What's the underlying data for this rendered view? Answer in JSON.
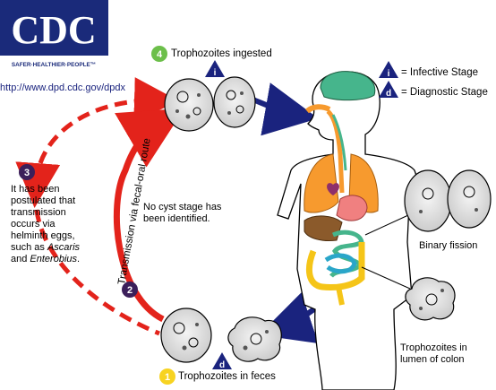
{
  "header": {
    "logo_text": "CDC",
    "logo_tagline": "SAFER·HEALTHIER·PEOPLE™",
    "url": "http://www.dpd.cdc.gov/dpdx"
  },
  "legend": {
    "infective_symbol": "i",
    "infective_label": "= Infective Stage",
    "diagnostic_symbol": "d",
    "diagnostic_label": "= Diagnostic Stage"
  },
  "steps": {
    "step1": {
      "number": "1",
      "label": "Trophozoites in feces"
    },
    "step2": {
      "number": "2"
    },
    "step3": {
      "number": "3"
    },
    "step4": {
      "number": "4",
      "label": "Trophozoites ingested"
    }
  },
  "step3_text": {
    "line1": "It has been",
    "line2": "postulated that",
    "line3": "transmission",
    "line4": "occurs via",
    "line5": "helminth eggs,",
    "line6_pre": "such as ",
    "line6_italic": "Ascaris",
    "line7_pre": "and ",
    "line7_italic": "Enterobius",
    "line7_post": "."
  },
  "route_label": "Transmission via fecal-oral route",
  "no_cyst_note": {
    "line1": "No cyst stage has",
    "line2": "been identified."
  },
  "binary_fission_label": "Binary fission",
  "lumen_label": {
    "line1": "Trophozoites in",
    "line2": "lumen of colon"
  },
  "markers": {
    "ingested_marker": "i",
    "feces_marker": "d"
  },
  "colors": {
    "cdc_blue": "#1a2a7a",
    "arrow_red": "#e3231b",
    "step_green": "#6cbf4a",
    "step_purple": "#3b1f5a",
    "step_yellow": "#f7d321",
    "arrow_navy": "#1a237e",
    "stomach_pink": "#f08080",
    "lung_orange": "#f79a2e",
    "brain_green": "#46b58c",
    "liver_brown": "#8b5a2b",
    "intestine_yellow": "#f5c518",
    "colon_teal": "#2aa6c9"
  }
}
